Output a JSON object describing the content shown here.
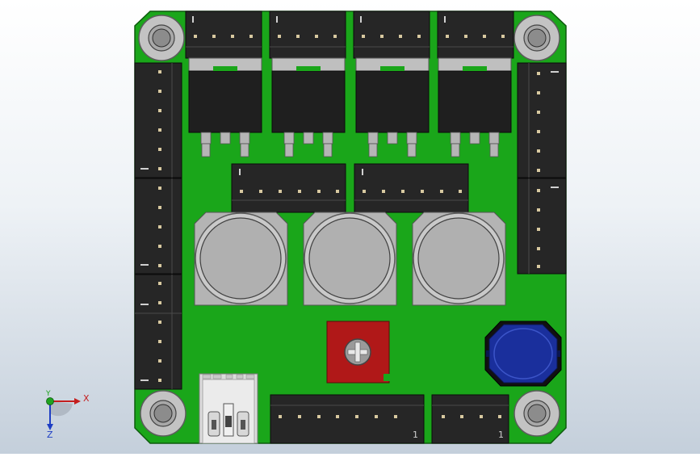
{
  "viewport": {
    "background_top": "#ffffff",
    "background_bottom": "#c4cfdb"
  },
  "board": {
    "pcb_color": "#1aa61a",
    "connector_color": "#262626",
    "pin_color": "#d8c9a0",
    "pot_color": "#b01818",
    "inductor_color": "#1a2f9c",
    "pin1_marker": "1"
  },
  "triad": {
    "x_label": "X",
    "y_label": "Y",
    "z_label": "Z",
    "x_color": "#c41e1e",
    "y_color": "#1fa31f",
    "z_color": "#1e3ec4"
  },
  "icons": [
    "mounting-hole",
    "mosfet",
    "electrolytic-capacitor",
    "trimmer-potentiometer",
    "power-inductor",
    "usb-connector",
    "coordinate-triad"
  ]
}
